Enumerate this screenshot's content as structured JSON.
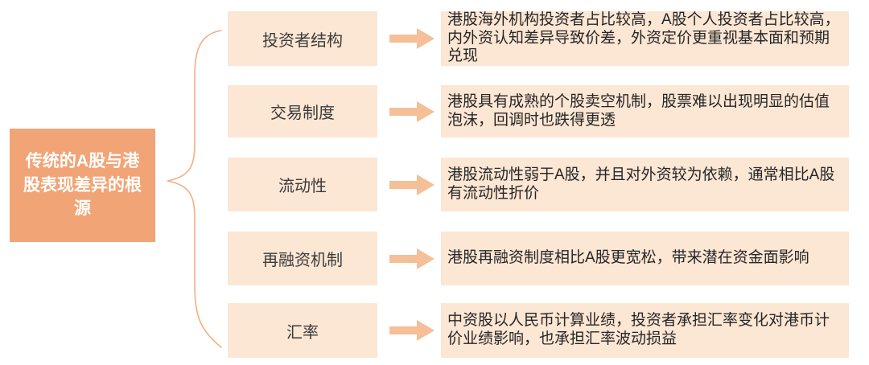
{
  "diagram": {
    "root": {
      "label": "传统的A股与港股表现差异的根源"
    },
    "rows": [
      {
        "label": "投资者结构",
        "description": "港股海外机构投资者占比较高，A股个人投资者占比较高，内外资认知差异导致价差，外资定价更重视基本面和预期兑现"
      },
      {
        "label": "交易制度",
        "description": "港股具有成熟的个股卖空机制，股票难以出现明显的估值泡沫，回调时也跌得更透"
      },
      {
        "label": "流动性",
        "description": "港股流动性弱于A股，并且对外资较为依赖，通常相比A股有流动性折价"
      },
      {
        "label": "再融资机制",
        "description": "港股再融资制度相比A股更宽松，带来潜在资金面影响"
      },
      {
        "label": "汇率",
        "description": "中资股以人民币计算业绩，投资者承担汇率变化对港币计价业绩影响，也承担汇率波动损益"
      }
    ],
    "colors": {
      "root_fill": "#F1A476",
      "root_text": "#FFFFFF",
      "item_fill": "#FCE6D4",
      "arrow_fill": "#F5BF97",
      "brace_stroke": "#F0B083",
      "body_text": "#262626"
    }
  }
}
